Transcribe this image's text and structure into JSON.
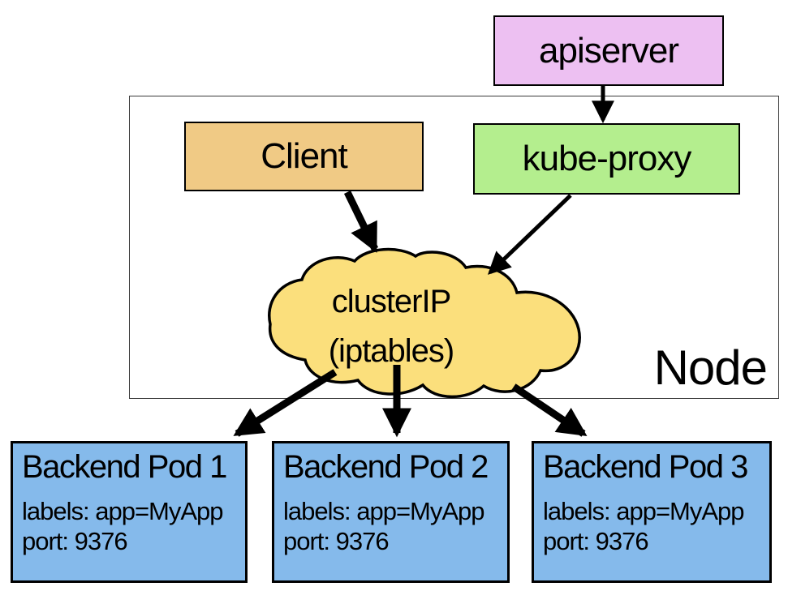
{
  "diagram": {
    "node_container": {
      "label": "Node"
    },
    "apiserver": {
      "label": "apiserver",
      "fill": "#edc0f2"
    },
    "client": {
      "label": "Client",
      "fill": "#f0ca85"
    },
    "kube_proxy": {
      "label": "kube-proxy",
      "fill": "#b4ee8e"
    },
    "cluster_ip": {
      "line1": "clusterIP",
      "line2": "(iptables)",
      "fill": "#fbdf7c"
    },
    "pods": [
      {
        "title": "Backend Pod 1",
        "labels": "labels: app=MyApp",
        "port": "port: 9376"
      },
      {
        "title": "Backend Pod 2",
        "labels": "labels: app=MyApp",
        "port": "port: 9376"
      },
      {
        "title": "Backend Pod 3",
        "labels": "labels: app=MyApp",
        "port": "port: 9376"
      }
    ],
    "pod_fill": "#85baeb",
    "arrow_color": "#000000"
  }
}
